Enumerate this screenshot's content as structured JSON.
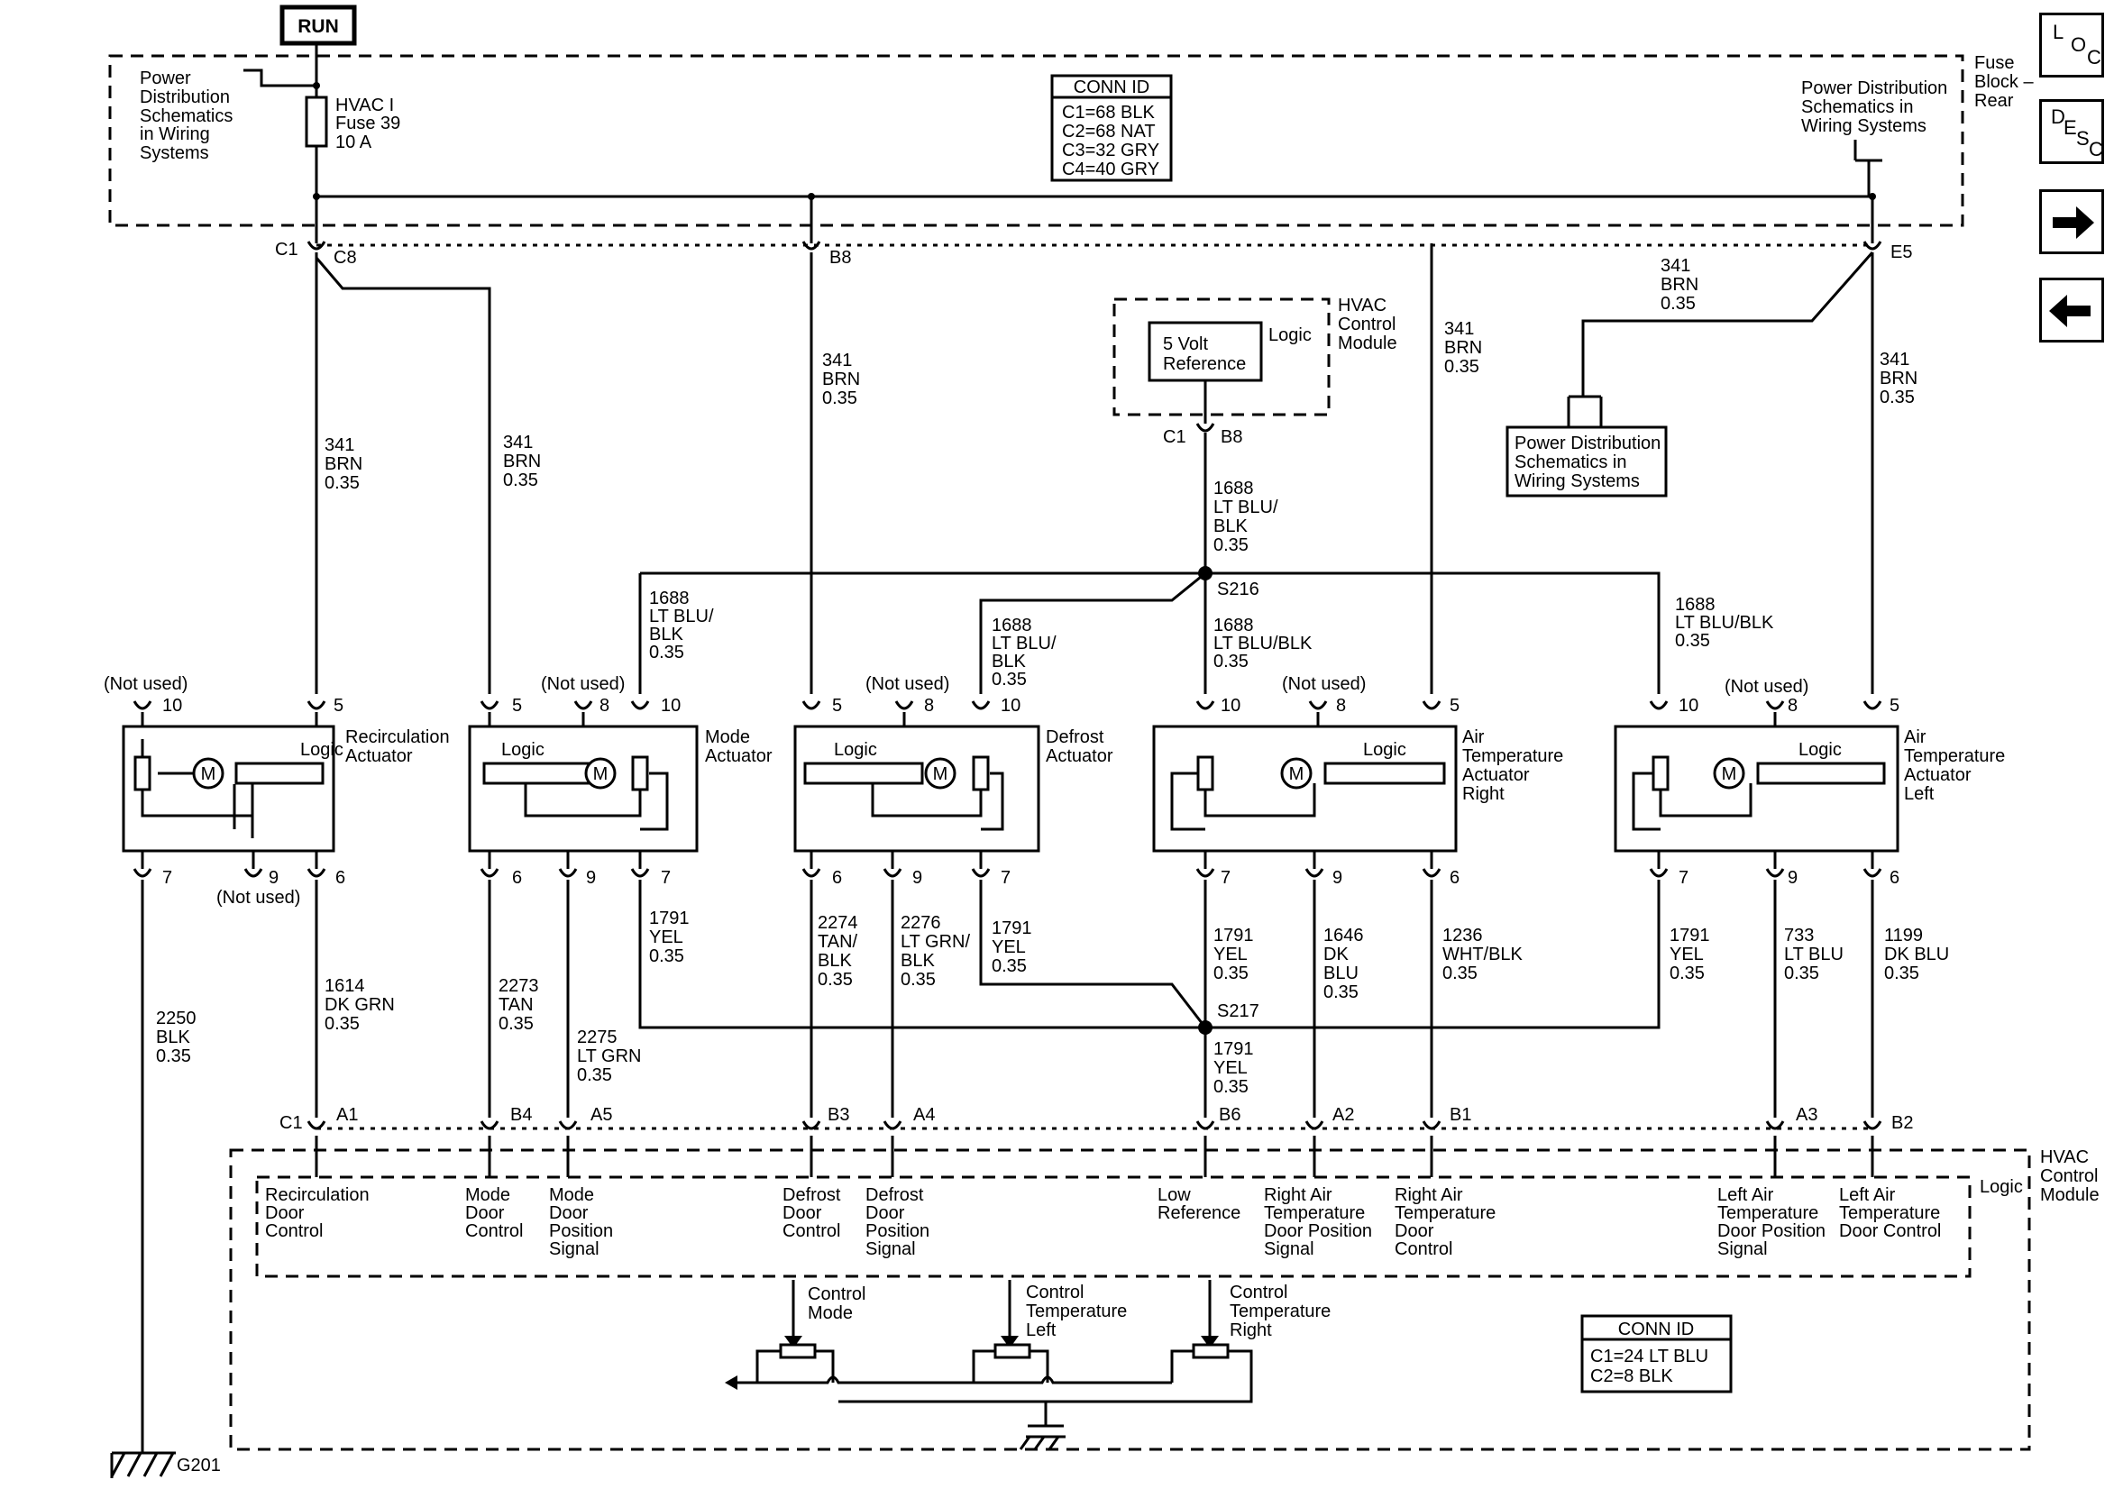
{
  "run_label": "RUN",
  "nav": {
    "loc": [
      "L",
      "O",
      "C"
    ],
    "desc": [
      "D",
      "E",
      "S",
      "C"
    ],
    "next": "➡",
    "back": "⬅"
  },
  "fuse_block": {
    "title": [
      "Fuse",
      "Block –",
      "Rear"
    ],
    "pd_left": [
      "Power",
      "Distribution",
      "Schematics",
      "in Wiring",
      "Systems"
    ],
    "pd_right": [
      "Power Distribution",
      "Schematics in",
      "Wiring Systems"
    ],
    "fuse": [
      "HVAC I",
      "Fuse 39",
      "10 A"
    ],
    "conn_id": {
      "title": "CONN ID",
      "rows": [
        "C1=68 BLK",
        "C2=68 NAT",
        "C3=32 GRY",
        "C4=40 GRY"
      ]
    }
  },
  "connectors_top": {
    "c1": "C1",
    "c8": "C8",
    "b8": "B8",
    "e5": "E5"
  },
  "pd_mid": [
    "Power Distribution",
    "Schematics in",
    "Wiring Systems"
  ],
  "hvac_upper": {
    "title": [
      "HVAC",
      "Control",
      "Module"
    ],
    "logic": "Logic",
    "ref": [
      "5 Volt",
      "Reference"
    ],
    "c1": "C1",
    "b8": "B8",
    "wire": [
      "1688",
      "LT BLU/",
      "BLK",
      "0.35"
    ]
  },
  "wire_341": [
    "341",
    "BRN",
    "0.35"
  ],
  "wire_1688_a": [
    "1688",
    "LT BLU/",
    "BLK",
    "0.35"
  ],
  "wire_1688_b": [
    "1688",
    "LT BLU/",
    "BLK",
    "0.35"
  ],
  "wire_1688_c": [
    "1688",
    "LT BLU/BLK",
    "0.35"
  ],
  "wire_1688_d": [
    "1688",
    "LT BLU/BLK",
    "0.35"
  ],
  "splices": {
    "s216": "S216",
    "s217": "S217"
  },
  "not_used": "(Not used)",
  "logic": "Logic",
  "motor": "M",
  "actuators": {
    "recirc": [
      "Recirculation",
      "Actuator"
    ],
    "mode": [
      "Mode",
      "Actuator"
    ],
    "defrost": [
      "Defrost",
      "Actuator"
    ],
    "air_right": [
      "Air",
      "Temperature",
      "Actuator",
      "Right"
    ],
    "air_left": [
      "Air",
      "Temperature",
      "Actuator",
      "Left"
    ]
  },
  "pins": {
    "p5": "5",
    "p6": "6",
    "p7": "7",
    "p8": "8",
    "p9": "9",
    "p10": "10"
  },
  "bottom_wires": {
    "w1614": [
      "1614",
      "DK GRN",
      "0.35"
    ],
    "w2250": [
      "2250",
      "BLK",
      "0.35"
    ],
    "w2273": [
      "2273",
      "TAN",
      "0.35"
    ],
    "w2275": [
      "2275",
      "LT GRN",
      "0.35"
    ],
    "w1791a": [
      "1791",
      "YEL",
      "0.35"
    ],
    "w2274": [
      "2274",
      "TAN/",
      "BLK",
      "0.35"
    ],
    "w2276": [
      "2276",
      "LT GRN/",
      "BLK",
      "0.35"
    ],
    "w1791b": [
      "1791",
      "YEL",
      "0.35"
    ],
    "w1791c": [
      "1791",
      "YEL",
      "0.35"
    ],
    "w1646": [
      "1646",
      "DK",
      "BLU",
      "0.35"
    ],
    "w1236": [
      "1236",
      "WHT/BLK",
      "0.35"
    ],
    "w1791d": [
      "1791",
      "YEL",
      "0.35"
    ],
    "w733": [
      "733",
      "LT BLU",
      "0.35"
    ],
    "w1199": [
      "1199",
      "DK BLU",
      "0.35"
    ],
    "w1791e": [
      "1791",
      "YEL",
      "0.35"
    ]
  },
  "lower_conn": {
    "c1": "C1",
    "a1": "A1",
    "b4": "B4",
    "a5": "A5",
    "b3": "B3",
    "a4": "A4",
    "b6": "B6",
    "a2": "A2",
    "b1": "B1",
    "a3": "A3",
    "b2": "B2"
  },
  "hvac_lower": {
    "title": [
      "HVAC",
      "Control",
      "Module"
    ],
    "logic": "Logic",
    "functions": {
      "recirc": [
        "Recirculation",
        "Door",
        "Control"
      ],
      "mode_door": [
        "Mode",
        "Door",
        "Control"
      ],
      "mode_pos": [
        "Mode",
        "Door",
        "Position",
        "Signal"
      ],
      "def_door": [
        "Defrost",
        "Door",
        "Control"
      ],
      "def_pos": [
        "Defrost",
        "Door",
        "Position",
        "Signal"
      ],
      "low_ref": [
        "Low",
        "Reference"
      ],
      "right_pos": [
        "Right Air",
        "Temperature",
        "Door Position",
        "Signal"
      ],
      "right_ctrl": [
        "Right Air",
        "Temperature",
        "Door",
        "Control"
      ],
      "left_pos": [
        "Left Air",
        "Temperature",
        "Door Position",
        "Signal"
      ],
      "left_ctrl": [
        "Left Air",
        "Temperature",
        "Door Control"
      ]
    },
    "controls": {
      "mode": [
        "Control",
        "Mode"
      ],
      "temp_left": [
        "Control",
        "Temperature",
        "Left"
      ],
      "temp_right": [
        "Control",
        "Temperature",
        "Right"
      ]
    },
    "conn_id": {
      "title": "CONN ID",
      "rows": [
        "C1=24 LT BLU",
        "C2=8 BLK"
      ]
    }
  },
  "ground": "G201"
}
